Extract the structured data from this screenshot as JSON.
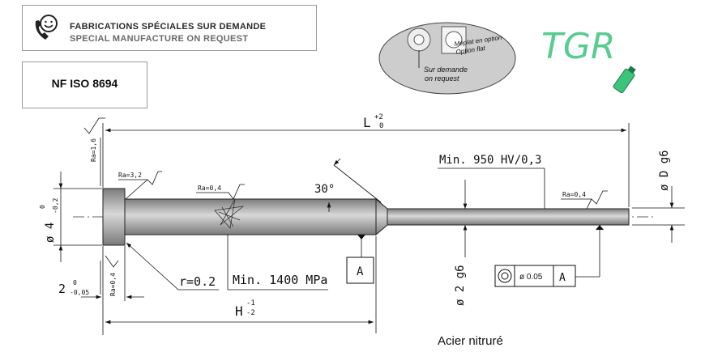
{
  "header": {
    "line1": "FABRICATIONS SPÉCIALES SUR DEMANDE",
    "line2": "SPECIAL MANUFACTURE ON REQUEST",
    "icon": "phone-smile-icon"
  },
  "standard": "NF ISO 8694",
  "bubble": {
    "flat_fr": "Méplat en option",
    "flat_en": "Option flat",
    "req_fr": "Sur demande",
    "req_en": "on request"
  },
  "logo": "TGR",
  "dims": {
    "length_L": "L",
    "length_L_tol_upper": "+2",
    "length_L_tol_lower": "0",
    "head_dia": "ø 4",
    "head_dia_tol_upper": "0",
    "head_dia_tol_lower": "-0,2",
    "head_thk": "2",
    "head_thk_tol_upper": "0",
    "head_thk_tol_lower": "-0,05",
    "length_H": "H",
    "length_H_tol_upper": "-1",
    "length_H_tol_lower": "-2",
    "pin_dia": "ø D g6",
    "shank_dia": "ø 2 g6",
    "radius": "r=0.2",
    "angle": "30°",
    "hardness": "Min. 950 HV/0,3",
    "tensile": "Min. 1400 MPa",
    "datum": "A",
    "concentricity_value": "ø 0.05",
    "concentricity_ref": "A"
  },
  "roughness": {
    "ra16": "Ra=1,6",
    "ra32": "Ra=3,2",
    "ra04_body": "Ra=0,4",
    "ra04_pin": "Ra=0,4",
    "ra04_head": "Ra=0,4"
  },
  "material": "Acier nitruré",
  "colors": {
    "steel_dark": "#8a8a8a",
    "steel_light": "#cfcfcf",
    "bubble_fill": "#cfcfcf",
    "logo_green": "#3cc47c"
  }
}
